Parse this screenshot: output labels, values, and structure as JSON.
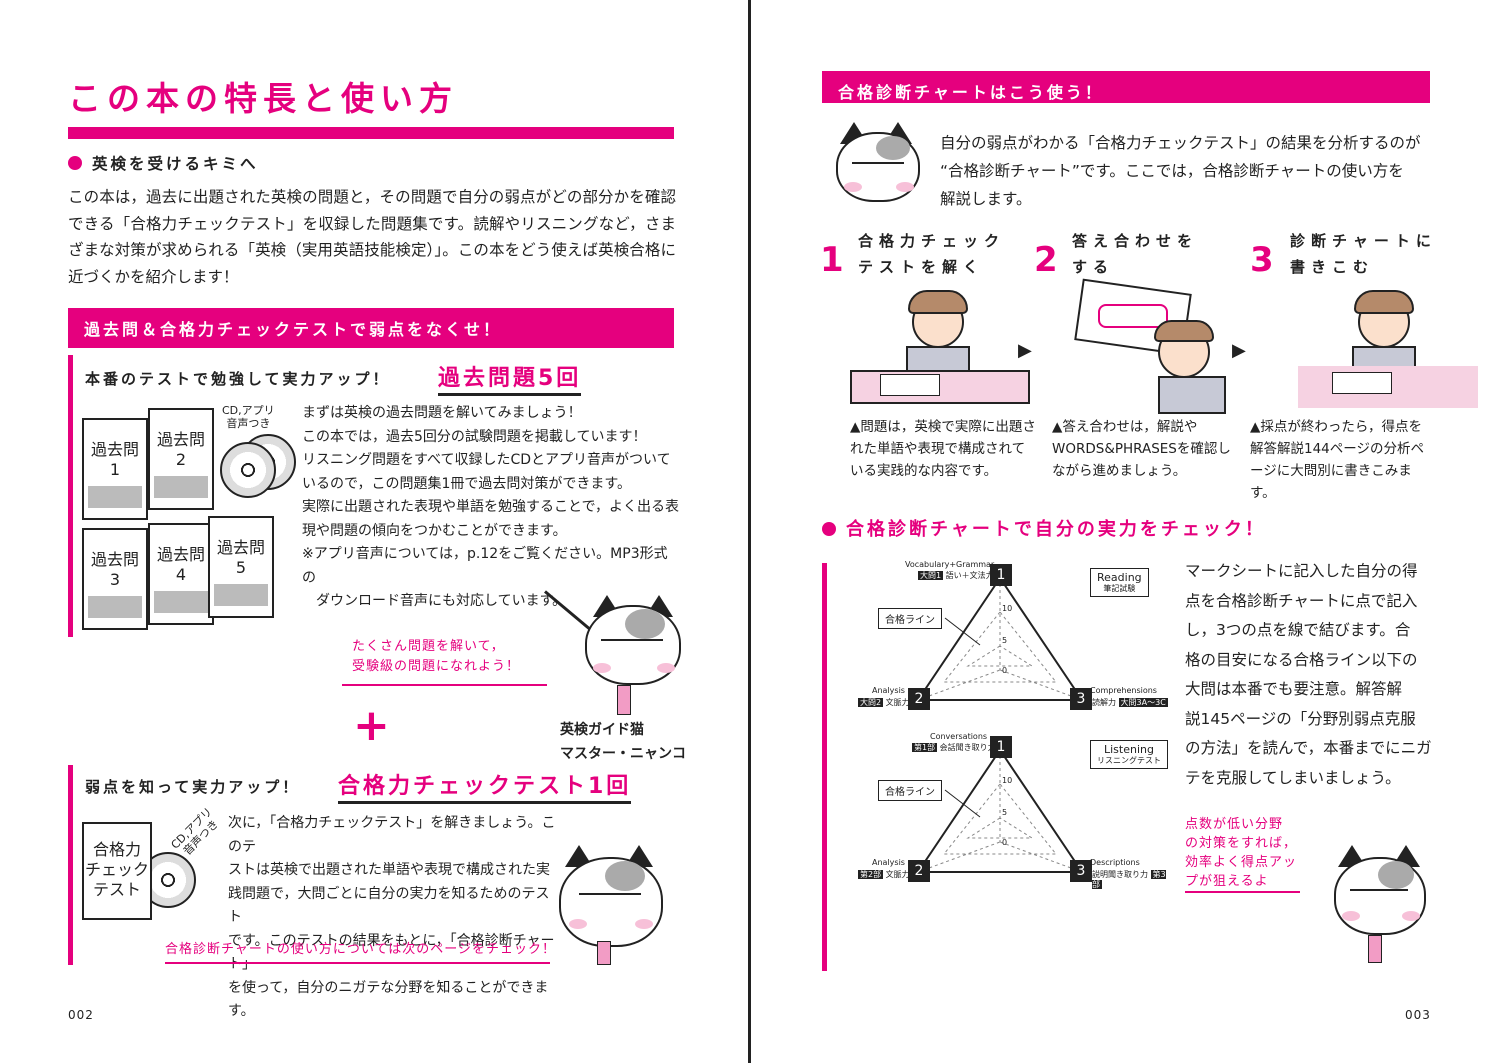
{
  "left": {
    "title": "この本の特長と使い方",
    "section1_heading": "英検を受けるキミへ",
    "intro_text": "この本は，過去に出題された英検の問題と，その問題で自分の弱点がどの部分かを確認できる「合格力チェックテスト」を収録した問題集です。読解やリスニングなど，さまざまな対策が求められる「英検（実用英語技能検定）」。この本をどう使えば英検合格に近づくかを紹介します！",
    "bar_heading": "過去問＆合格力チェックテストで弱点をなくせ！",
    "sub1_lead": "本番のテストで勉強して実力アップ！",
    "sub1_highlight": "過去問題5回",
    "cd_note": "CD,アプリ\n音声つき",
    "books": [
      {
        "label": "過去問",
        "num": "1"
      },
      {
        "label": "過去問",
        "num": "2"
      },
      {
        "label": "過去問",
        "num": "3"
      },
      {
        "label": "過去問",
        "num": "4"
      },
      {
        "label": "過去問",
        "num": "5"
      }
    ],
    "sub1_body": [
      "まずは英検の過去問題を解いてみましょう！",
      "この本では，過去5回分の試験問題を掲載しています！",
      "リスニング問題をすべて収録したCDとアプリ音声がついて",
      "いるので，この問題集1冊で過去問対策ができます。",
      "実際に出題された表現や単語を勉強することで，よく出る表",
      "現や問題の傾向をつかむことができます。",
      "※アプリ音声については，p.12をご覧ください。MP3形式の",
      "　ダウンロード音声にも対応しています。"
    ],
    "speech1_line1": "たくさん問題を解いて，",
    "speech1_line2": "受験級の問題になれよう！",
    "plus": "+",
    "cat_caption_line1": "英検ガイド猫",
    "cat_caption_line2": "マスター・ニャンコ",
    "sub2_lead": "弱点を知って実力アップ！",
    "sub2_highlight": "合格力チェックテスト1回",
    "test_book": "合格力\nチェック\nテスト",
    "cd_note2": "CD,アプリ\n音声つき",
    "sub2_body": [
      "次に，「合格力チェックテスト」を解きましょう。このテ",
      "ストは英検で出題された単語や表現で構成された実",
      "践問題で，大問ごとに自分の実力を知るためのテスト",
      "です。このテストの結果をもとに，「合格診断チャート」",
      "を使って，自分のニガテな分野を知ることができます。"
    ],
    "speech2": "合格診断チャートの使い方については次のページをチェック！",
    "page_number": "002"
  },
  "right": {
    "bar_heading": "合格診断チャートはこう使う！",
    "intro_lines": [
      "自分の弱点がわかる「合格力チェックテスト」の結果を分析するのが",
      "“合格診断チャート”です。ここでは，合格診断チャートの使い方を",
      "解説します。"
    ],
    "steps": [
      {
        "num": "1",
        "label_line1": "合格力チェック",
        "label_line2": "テストを解く",
        "caption": "▲問題は，英検で実際に出題された単語や表現で構成されている実践的な内容です。"
      },
      {
        "num": "2",
        "label_line1": "答え合わせを",
        "label_line2": "する",
        "caption": "▲答え合わせは，解説やWORDS&PHRASESを確認しながら進めましょう。"
      },
      {
        "num": "3",
        "label_line1": "診断チャートに",
        "label_line2": "書きこむ",
        "caption": "▲採点が終わったら，得点を解答解説144ページの分析ページに大問別に書きこみます。"
      }
    ],
    "arrow": "▶",
    "section2_heading": "合格診断チャートで自分の実力をチェック！",
    "chart1": {
      "tag": "Reading",
      "tag_sub": "筆記試験",
      "pass_line": "合格ライン",
      "top_en": "Vocabulary+Grammar",
      "top_jp_box": "大問1",
      "top_jp": "語い＋文法力",
      "top_num": "1",
      "left_en": "Analysis",
      "left_jp_box": "大問2",
      "left_jp": "文脈力",
      "left_num": "2",
      "right_en": "Comprehensions",
      "right_jp": "読解力",
      "right_jp_box": "大問3A～3C",
      "right_num": "3",
      "ticks": [
        "0",
        "5",
        "10"
      ]
    },
    "chart2": {
      "tag": "Listening",
      "tag_sub": "リスニングテスト",
      "pass_line": "合格ライン",
      "top_en": "Conversations",
      "top_jp_box": "第1部",
      "top_jp": "会話聞き取り力",
      "top_num": "1",
      "left_en": "Analysis",
      "left_jp_box": "第2部",
      "left_jp": "文脈力",
      "left_num": "2",
      "right_en": "Descriptions",
      "right_jp": "説明聞き取り力",
      "right_jp_box": "第3部",
      "right_num": "3",
      "ticks": [
        "0",
        "5",
        "10"
      ]
    },
    "side_text": [
      "マークシートに記入した自分の得",
      "点を合格診断チャートに点で記入",
      "し，3つの点を線で結びます。合",
      "格の目安になる合格ライン以下の",
      "大問は本番でも要注意。解答解",
      "説145ページの「分野別弱点克服",
      "の方法」を読んで，本番までにニガ",
      "テを克服してしまいましょう。"
    ],
    "speech_lines": [
      "点数が低い分野",
      "の対策をすれば，",
      "効率よく得点アッ",
      "プが狙えるよ"
    ],
    "page_number": "003"
  },
  "colors": {
    "accent": "#e5007e",
    "text": "#222222"
  }
}
